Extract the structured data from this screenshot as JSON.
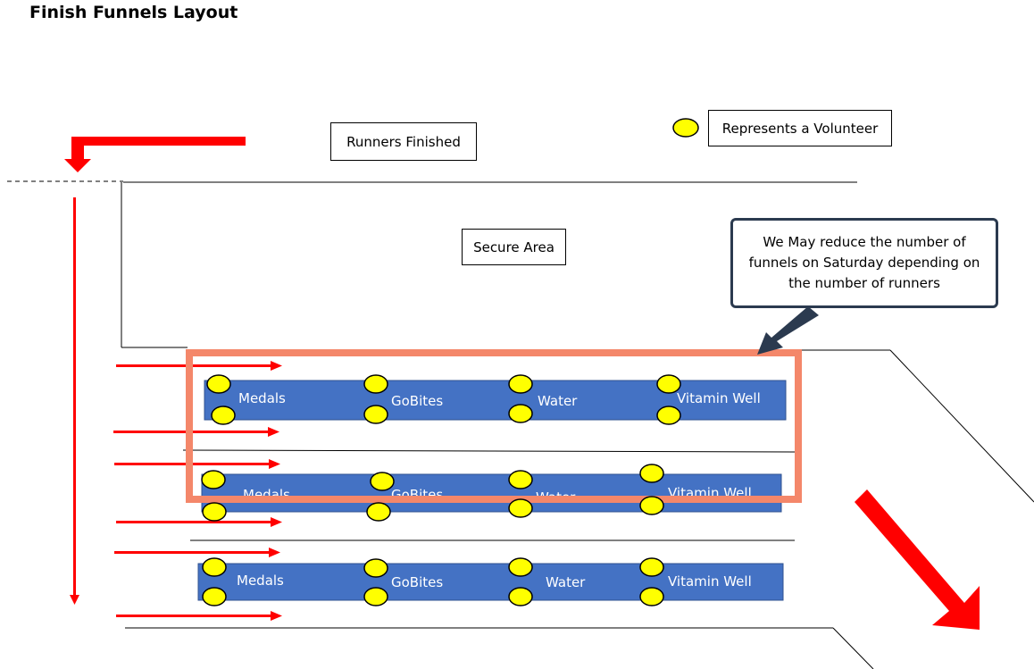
{
  "title": "Finish Funnels Layout",
  "labels": {
    "runners_finished": "Runners Finished",
    "secure_area": "Secure Area",
    "legend_volunteer": "Represents a Volunteer"
  },
  "callout": "We May reduce the number of funnels on Saturday depending on the number of runners",
  "funnel_labels": [
    "Medals",
    "GoBites",
    "Water",
    "Vitamin Well"
  ],
  "colors": {
    "funnel_fill": "#4472c4",
    "volunteer_fill": "#ffff00",
    "arrow": "#ff0000",
    "highlight_box": "#f4876a",
    "callout_border": "#2b3a4f"
  }
}
